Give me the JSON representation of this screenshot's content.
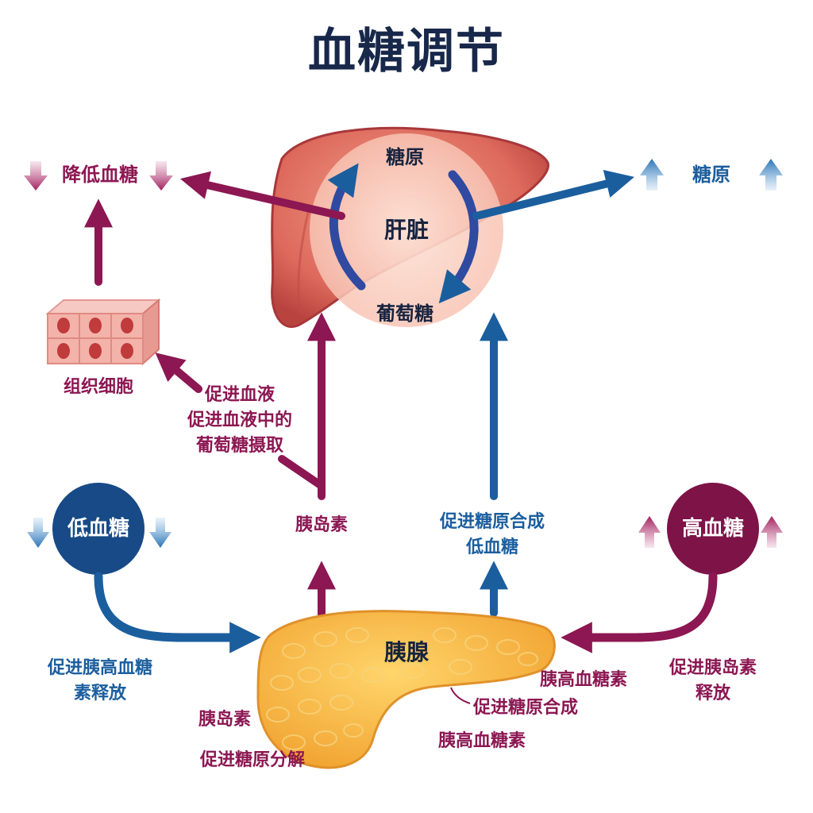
{
  "title": "血糖调节",
  "liver": {
    "name": "肝脏",
    "glycogen_label": "糖原",
    "glucose_label": "葡萄糖"
  },
  "top_left": {
    "label": "降低血糖"
  },
  "top_right": {
    "label": "糖原"
  },
  "tissue": {
    "label": "组织细胞",
    "uptake_lines": [
      "促进血液",
      "促进血液中的",
      "葡萄糖摄取"
    ]
  },
  "insulin_path": {
    "label": "胰岛素"
  },
  "glycogen_path": {
    "lines": [
      "促进糖原合成",
      "低血糖"
    ]
  },
  "low_sugar": {
    "label": "低血糖",
    "effect_lines": [
      "促进胰高血糖",
      "素释放"
    ]
  },
  "high_sugar": {
    "label": "高血糖",
    "effect_lines": [
      "促进胰岛素",
      "释放"
    ]
  },
  "pancreas": {
    "name": "胰腺",
    "bottom_left_lines": [
      "胰岛素",
      "促进糖原分解"
    ],
    "right_glucagon": "胰高血糖素",
    "synthesis": "促进糖原合成",
    "bottom_glucagon": "胰高血糖素"
  },
  "colors": {
    "magenta": "#8c1752",
    "blue": "#1b5e9e",
    "navy": "#18284a",
    "liver": "#d6574f",
    "pancreas": "#f6b33c"
  }
}
